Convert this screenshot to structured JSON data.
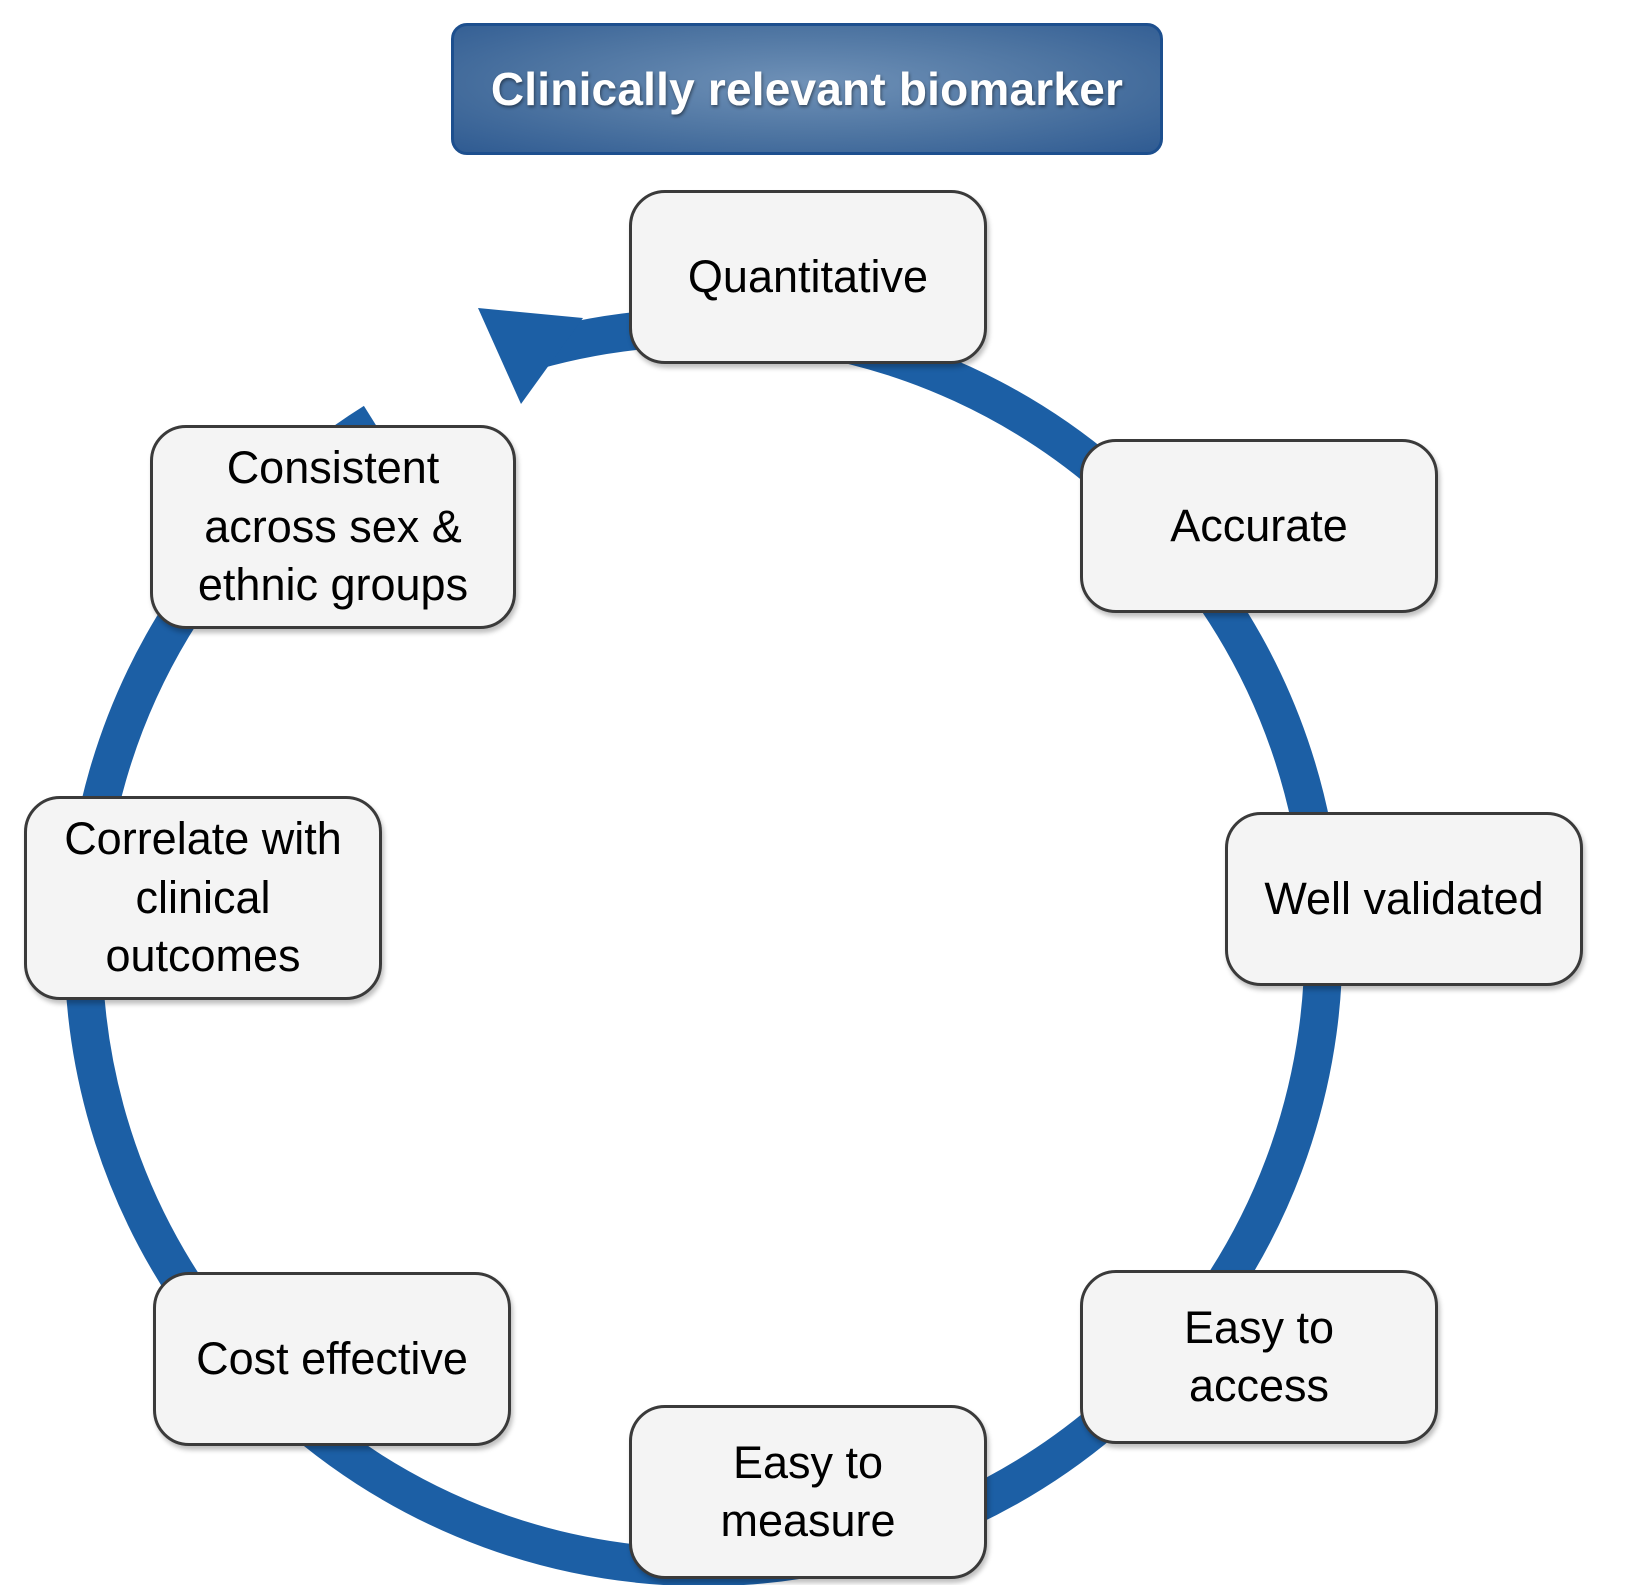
{
  "title": "Clinically relevant biomarker",
  "nodes": [
    {
      "label": "Quantitative"
    },
    {
      "label": "Accurate"
    },
    {
      "label": "Well validated"
    },
    {
      "label": "Easy to\naccess"
    },
    {
      "label": "Easy to\nmeasure"
    },
    {
      "label": "Cost effective"
    },
    {
      "label": "Correlate with\nclinical\noutcomes"
    },
    {
      "label": "Consistent\nacross sex &\nethnic groups"
    }
  ],
  "colors": {
    "cycle_arrow": "#1c5fa5",
    "title_box": "#3f6696",
    "title_border": "#1d4f8e",
    "node_fill": "#f4f4f4",
    "node_border": "#3a3a3a"
  },
  "icons": {
    "cycle": "circular-arrow-icon"
  }
}
